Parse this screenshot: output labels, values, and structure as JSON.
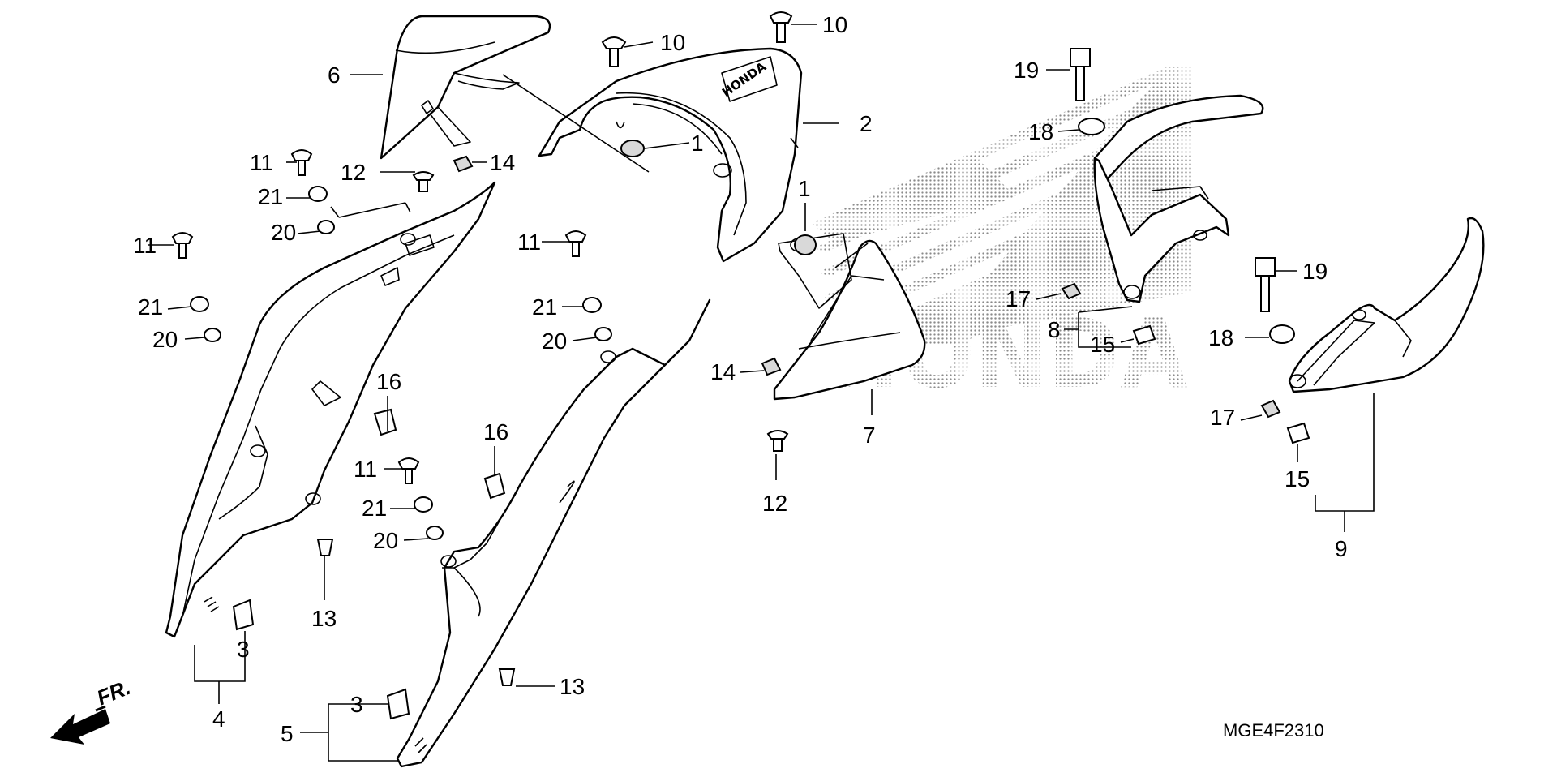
{
  "watermark": {
    "brand": "HONDA"
  },
  "diagram_code": "MGE4F2310",
  "front_arrow_label": "FR.",
  "cowl_emblem": "HONDA",
  "callouts": [
    {
      "id": "c1a",
      "text": "1"
    },
    {
      "id": "c1b",
      "text": "1"
    },
    {
      "id": "c2",
      "text": "2"
    },
    {
      "id": "c3a",
      "text": "3"
    },
    {
      "id": "c3b",
      "text": "3"
    },
    {
      "id": "c4",
      "text": "4"
    },
    {
      "id": "c5",
      "text": "5"
    },
    {
      "id": "c6",
      "text": "6"
    },
    {
      "id": "c7",
      "text": "7"
    },
    {
      "id": "c8",
      "text": "8"
    },
    {
      "id": "c9",
      "text": "9"
    },
    {
      "id": "c10a",
      "text": "10"
    },
    {
      "id": "c10b",
      "text": "10"
    },
    {
      "id": "c11a",
      "text": "11"
    },
    {
      "id": "c11b",
      "text": "11"
    },
    {
      "id": "c11c",
      "text": "11"
    },
    {
      "id": "c11d",
      "text": "11"
    },
    {
      "id": "c12a",
      "text": "12"
    },
    {
      "id": "c12b",
      "text": "12"
    },
    {
      "id": "c13a",
      "text": "13"
    },
    {
      "id": "c13b",
      "text": "13"
    },
    {
      "id": "c14a",
      "text": "14"
    },
    {
      "id": "c14b",
      "text": "14"
    },
    {
      "id": "c15a",
      "text": "15"
    },
    {
      "id": "c15b",
      "text": "15"
    },
    {
      "id": "c16a",
      "text": "16"
    },
    {
      "id": "c16b",
      "text": "16"
    },
    {
      "id": "c17a",
      "text": "17"
    },
    {
      "id": "c17b",
      "text": "17"
    },
    {
      "id": "c18a",
      "text": "18"
    },
    {
      "id": "c18b",
      "text": "18"
    },
    {
      "id": "c19a",
      "text": "19"
    },
    {
      "id": "c19b",
      "text": "19"
    },
    {
      "id": "c20a",
      "text": "20"
    },
    {
      "id": "c20b",
      "text": "20"
    },
    {
      "id": "c20c",
      "text": "20"
    },
    {
      "id": "c20d",
      "text": "20"
    },
    {
      "id": "c21a",
      "text": "21"
    },
    {
      "id": "c21b",
      "text": "21"
    },
    {
      "id": "c21c",
      "text": "21"
    },
    {
      "id": "c21d",
      "text": "21"
    }
  ]
}
